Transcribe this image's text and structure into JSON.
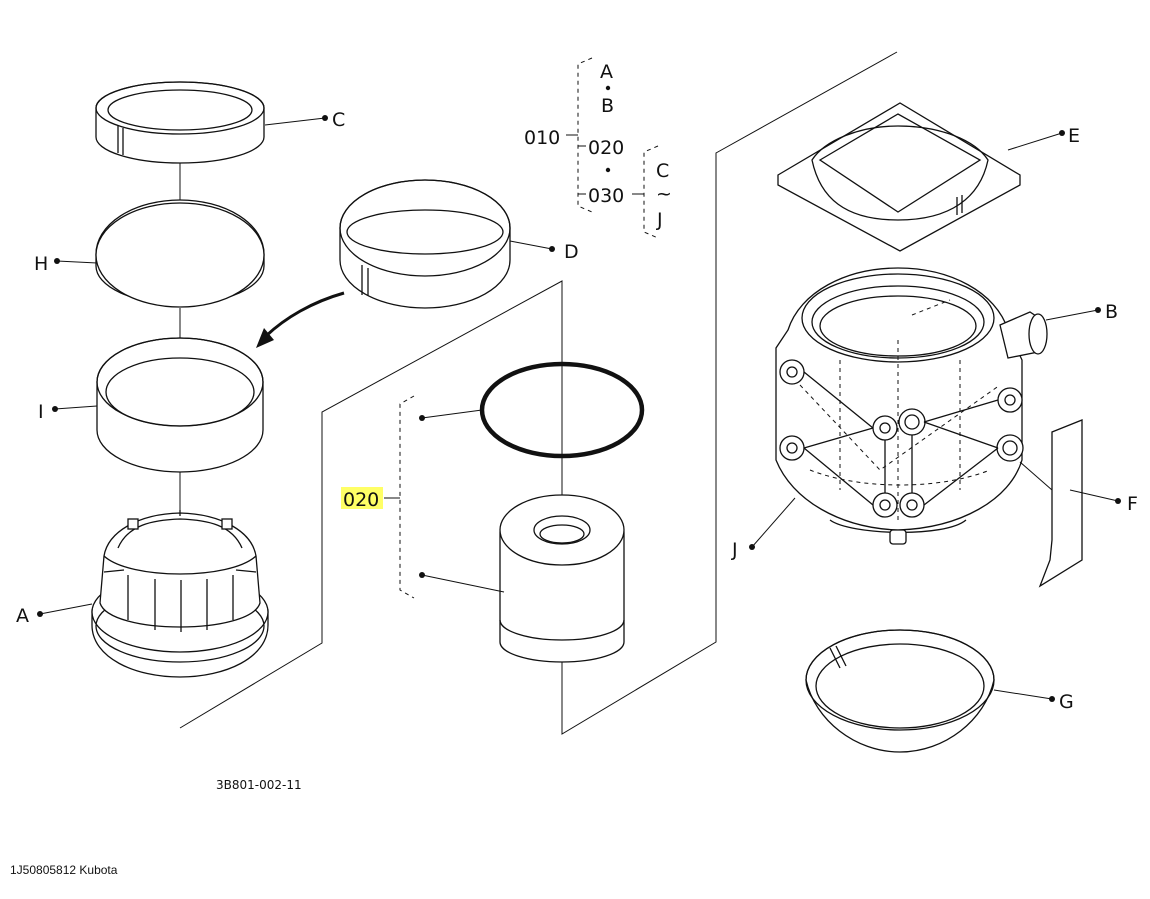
{
  "labels": {
    "a": "A",
    "b": "B",
    "c": "C",
    "d": "D",
    "e": "E",
    "f": "F",
    "g": "G",
    "h": "H",
    "i": "I",
    "j": "J"
  },
  "group": {
    "part_010": "010",
    "part_020": "020",
    "part_030": "030",
    "a": "A",
    "b": "B",
    "c": "C",
    "tilde": "~",
    "j": "J"
  },
  "callout_020": "020",
  "highlight_color": "#ffff66",
  "drawing_number": "3B801-002-11",
  "footer": "1J50805812 Kubota"
}
